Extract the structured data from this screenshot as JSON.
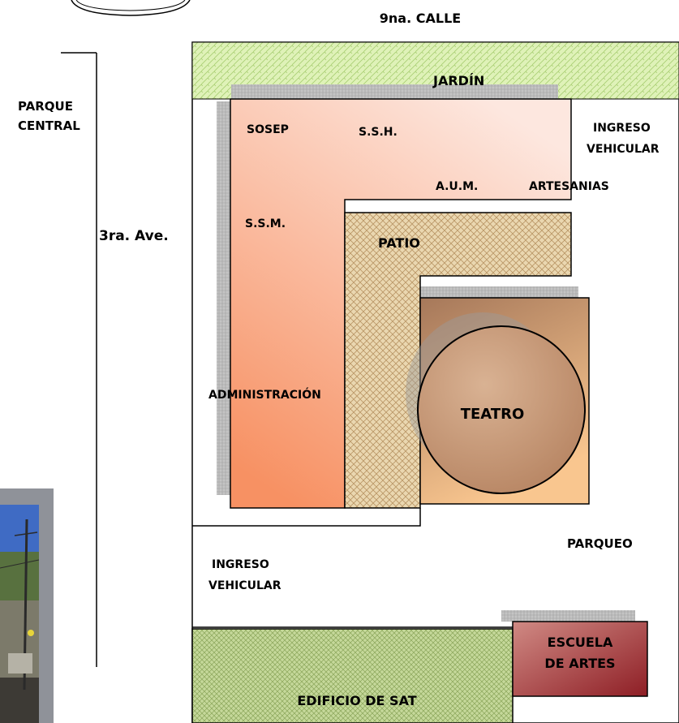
{
  "labels": {
    "street_top": "9na. CALLE",
    "park_line1": "PARQUE",
    "park_line2": "CENTRAL",
    "avenue": "3ra. Ave.",
    "garden": "JARDÍN",
    "sosep": "SOSEP",
    "ssh": "S.S.H.",
    "aum": "A.U.M.",
    "artesanias": "ARTESANIAS",
    "ingress_top_line1": "INGRESO",
    "ingress_top_line2": "VEHICULAR",
    "ssm": "S.S.M.",
    "patio": "PATIO",
    "administracion": "ADMINISTRACIÓN",
    "teatro": "TEATRO",
    "parqueo": "PARQUEO",
    "ingress_bottom_line1": "INGRESO",
    "ingress_bottom_line2": "VEHICULAR",
    "escuela_line1": "ESCUELA",
    "escuela_line2": "DE ARTES",
    "sat": "EDIFICIO DE SAT"
  },
  "colors": {
    "garden": "#d9efb0",
    "garden_pattern": "#a9cf73",
    "admin_light": "#fbe2da",
    "admin_dark": "#f79163",
    "patio": "#e2cda2",
    "patio_pattern": "#b99565",
    "teatro_square_top": "#a87a5c",
    "teatro_square_bottom": "#f9c38c",
    "teatro_circle": "#cfa585",
    "escuela": "#a8383c",
    "sat": "#b8cd8a",
    "shadow": "#b8b8b8"
  }
}
